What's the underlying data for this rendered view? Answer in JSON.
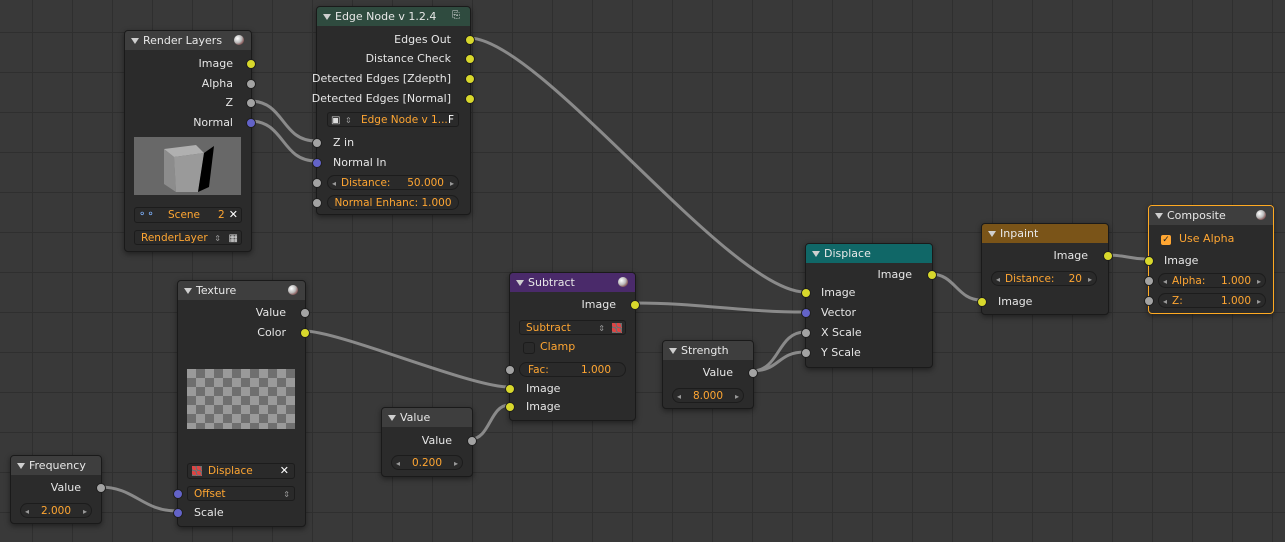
{
  "colors": {
    "header_default": "#3e3e3e",
    "header_filter": "#4a2a6a",
    "header_vector": "#106767",
    "header_inpaint": "#7a5418",
    "header_composite": "#3e3e3e",
    "selected_border": "#ffaa22",
    "value_text": "#ffa632",
    "socket_color": "#d8d82c",
    "socket_value": "#a3a3a3",
    "socket_vector": "#6363c8"
  },
  "render_layers": {
    "title": "Render Layers",
    "outputs": [
      "Image",
      "Alpha",
      "Z",
      "Normal"
    ],
    "scene_label": "Scene",
    "scene_users": "2",
    "layer_label": "RenderLayer"
  },
  "edge_node": {
    "title": "Edge Node v 1.2.4",
    "outputs": [
      "Edges Out",
      "Distance Check",
      "Detected Edges [Zdepth]",
      "Detected Edges [Normal]"
    ],
    "group_name": "Edge Node v 1...",
    "group_flag": "F",
    "inputs": [
      "Z in",
      "Normal In"
    ],
    "distance_label": "Distance:",
    "distance_value": "50.000",
    "normal_enhance": "Normal Enhanc: 1.000"
  },
  "texture": {
    "title": "Texture",
    "outputs": [
      "Value",
      "Color"
    ],
    "texture_name": "Displace",
    "offset_label": "Offset",
    "scale_label": "Scale"
  },
  "frequency": {
    "title": "Frequency",
    "output": "Value",
    "value": "2.000"
  },
  "value_node": {
    "title": "Value",
    "output": "Value",
    "value": "0.200"
  },
  "subtract": {
    "title": "Subtract",
    "output": "Image",
    "blend_mode": "Subtract",
    "clamp_label": "Clamp",
    "fac_label": "Fac:",
    "fac_value": "1.000",
    "inputs": [
      "Image",
      "Image"
    ]
  },
  "strength": {
    "title": "Strength",
    "output": "Value",
    "value": "8.000"
  },
  "displace": {
    "title": "Displace",
    "output": "Image",
    "inputs": [
      "Image",
      "Vector",
      "X Scale",
      "Y Scale"
    ]
  },
  "inpaint": {
    "title": "Inpaint",
    "output": "Image",
    "distance_label": "Distance:",
    "distance_value": "20",
    "input": "Image"
  },
  "composite": {
    "title": "Composite",
    "use_alpha_label": "Use Alpha",
    "inputs": [
      "Image"
    ],
    "alpha_label": "Alpha:",
    "alpha_value": "1.000",
    "z_label": "Z:",
    "z_value": "1.000"
  }
}
